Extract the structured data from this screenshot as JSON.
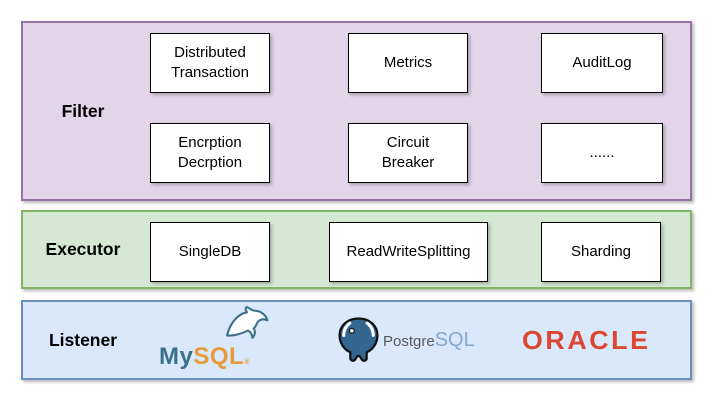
{
  "filter": {
    "label": "Filter",
    "boxes": [
      "Distributed\nTransaction",
      "Metrics",
      "AuditLog",
      "Encrption\nDecrption",
      "Circuit\nBreaker",
      "......"
    ]
  },
  "executor": {
    "label": "Executor",
    "boxes": [
      "SingleDB",
      "ReadWriteSplitting",
      "Sharding"
    ]
  },
  "listener": {
    "label": "Listener",
    "logos": {
      "mysql": {
        "name": "MySQL",
        "text_my": "My",
        "text_sql": "SQL",
        "trademark": "®"
      },
      "postgresql": {
        "name": "PostgreSQL",
        "text_postgre": "Postgre",
        "text_sql": "SQL"
      },
      "oracle": {
        "name": "ORACLE",
        "text": "ORACLE"
      }
    }
  },
  "colors": {
    "filter_fill": "#E1D5E7",
    "filter_border": "#9673A6",
    "executor_fill": "#D5E8D4",
    "executor_border": "#82B366",
    "listener_fill": "#DAE8FC",
    "listener_border": "#6C8EBF",
    "node_fill": "#FFFFFF",
    "node_border": "#000000",
    "mysql_blue": "#39718D",
    "mysql_orange": "#E59B3C",
    "postgres_blue": "#336791",
    "postgres_gray": "#58595B",
    "postgres_sql_blue": "#84A9CB",
    "oracle_red": "#DB4733"
  }
}
